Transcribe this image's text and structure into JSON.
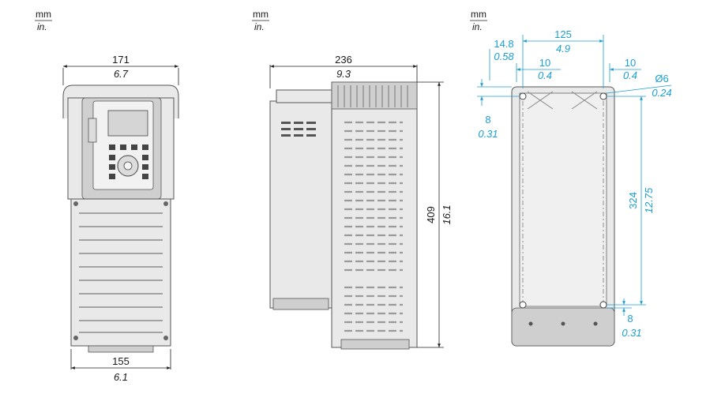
{
  "units": [
    {
      "mm": "mm",
      "in": "in."
    },
    {
      "mm": "mm",
      "in": "in."
    },
    {
      "mm": "mm",
      "in": "in."
    }
  ],
  "front": {
    "top_width": {
      "mm": "171",
      "in": "6.7"
    },
    "bottom_width": {
      "mm": "155",
      "in": "6.1"
    }
  },
  "side": {
    "depth": {
      "mm": "236",
      "in": "9.3"
    },
    "height": {
      "mm": "409",
      "in": "16.1"
    }
  },
  "mount": {
    "holes_spacing": {
      "mm": "125",
      "in": "4.9"
    },
    "left_offset": {
      "mm": "14.8",
      "in": "0.58"
    },
    "slot_left": {
      "mm": "10",
      "in": "0.4"
    },
    "slot_right": {
      "mm": "10",
      "in": "0.4"
    },
    "hole_diameter": {
      "mm": "Ø6",
      "in": "0.24"
    },
    "top_offset": {
      "mm": "8",
      "in": "0.31"
    },
    "vertical_spacing": {
      "mm": "324",
      "in": "12.75"
    },
    "bottom_offset": {
      "mm": "8",
      "in": "0.31"
    }
  },
  "colors": {
    "dimension_accent": "#1b9fd0",
    "dimension_text": "#1a1a1a",
    "housing": "#e9e9e9"
  }
}
